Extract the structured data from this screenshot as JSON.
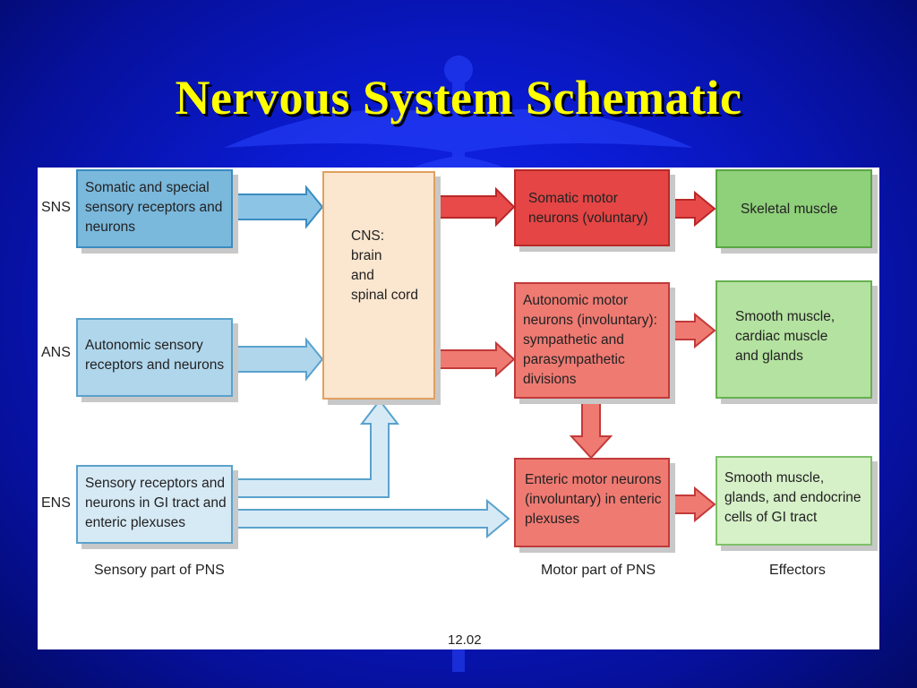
{
  "title": "Nervous System Schematic",
  "rows": {
    "sns": "SNS",
    "ans": "ANS",
    "ens": "ENS"
  },
  "sensory": {
    "somatic": [
      "Somatic and special",
      "sensory receptors and",
      "neurons"
    ],
    "autonomic": [
      "Autonomic sensory",
      "receptors and neurons"
    ],
    "enteric": [
      "Sensory receptors and",
      "neurons in GI tract and",
      "enteric plexuses"
    ]
  },
  "cns": [
    "CNS:",
    "brain",
    "and",
    "spinal cord"
  ],
  "motor": {
    "somatic": [
      "Somatic motor",
      "neurons (voluntary)"
    ],
    "autonomic": [
      "Autonomic motor",
      "neurons (involuntary):",
      "sympathetic and",
      "parasympathetic",
      "divisions"
    ],
    "enteric": [
      "Enteric motor neurons",
      "(involuntary) in enteric",
      "plexuses"
    ]
  },
  "effectors": {
    "skeletal": [
      "Skeletal muscle"
    ],
    "smooth": [
      "Smooth muscle,",
      "cardiac muscle",
      "and glands"
    ],
    "gi": [
      "Smooth muscle,",
      "glands, and endocrine",
      "cells of GI tract"
    ]
  },
  "footer": {
    "sensory": "Sensory part of PNS",
    "motor": "Motor part of PNS",
    "effectors": "Effectors"
  },
  "figure_number": "12.02",
  "colors": {
    "title": "#ffff00",
    "background": "#0b1cd6",
    "sensory_arrow": "#8cc4e6",
    "motor_arrow": "#e84a4a"
  }
}
